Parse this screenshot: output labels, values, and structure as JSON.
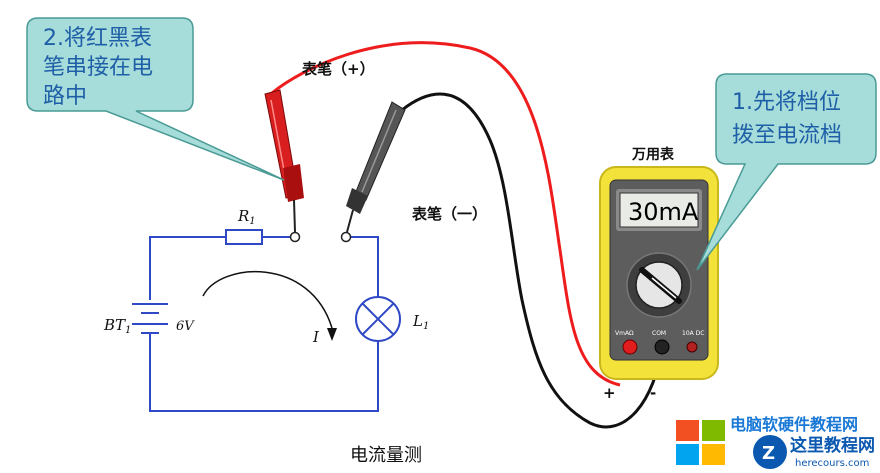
{
  "callouts": {
    "probe_step": [
      "2.将红黑表",
      "笔串接在电",
      "路中"
    ],
    "meter_step": [
      "1.先将档位",
      "拨至电流档"
    ]
  },
  "labels": {
    "probe_positive": "表笔（+）",
    "probe_negative": "表笔（一）",
    "meter_name": "万用表",
    "meter_reading": "30mA",
    "plus_sign": "+",
    "minus_sign": "-",
    "meter_jacks": [
      "VmAΩ",
      "COM",
      "10A DC"
    ]
  },
  "circuit": {
    "resistor": "R",
    "resistor_sub": "1",
    "battery": "BT",
    "battery_sub": "1",
    "battery_voltage": "6V",
    "lamp": "L",
    "lamp_sub": "1",
    "current": "I"
  },
  "caption": "电流量测",
  "watermark": {
    "title": "电脑软硬件教程网",
    "brand": "这里教程网",
    "url": "herecours.com"
  },
  "colors": {
    "callout_fill": "#a6dcd9",
    "callout_stroke": "#4a9a95",
    "callout_text": "#1f5fa8",
    "circuit_wire": "#2f49c6",
    "red_probe": "#d81e1e",
    "black_probe": "#555555",
    "meter_body": "#f2e23a",
    "meter_frame": "#5d5d5d"
  }
}
